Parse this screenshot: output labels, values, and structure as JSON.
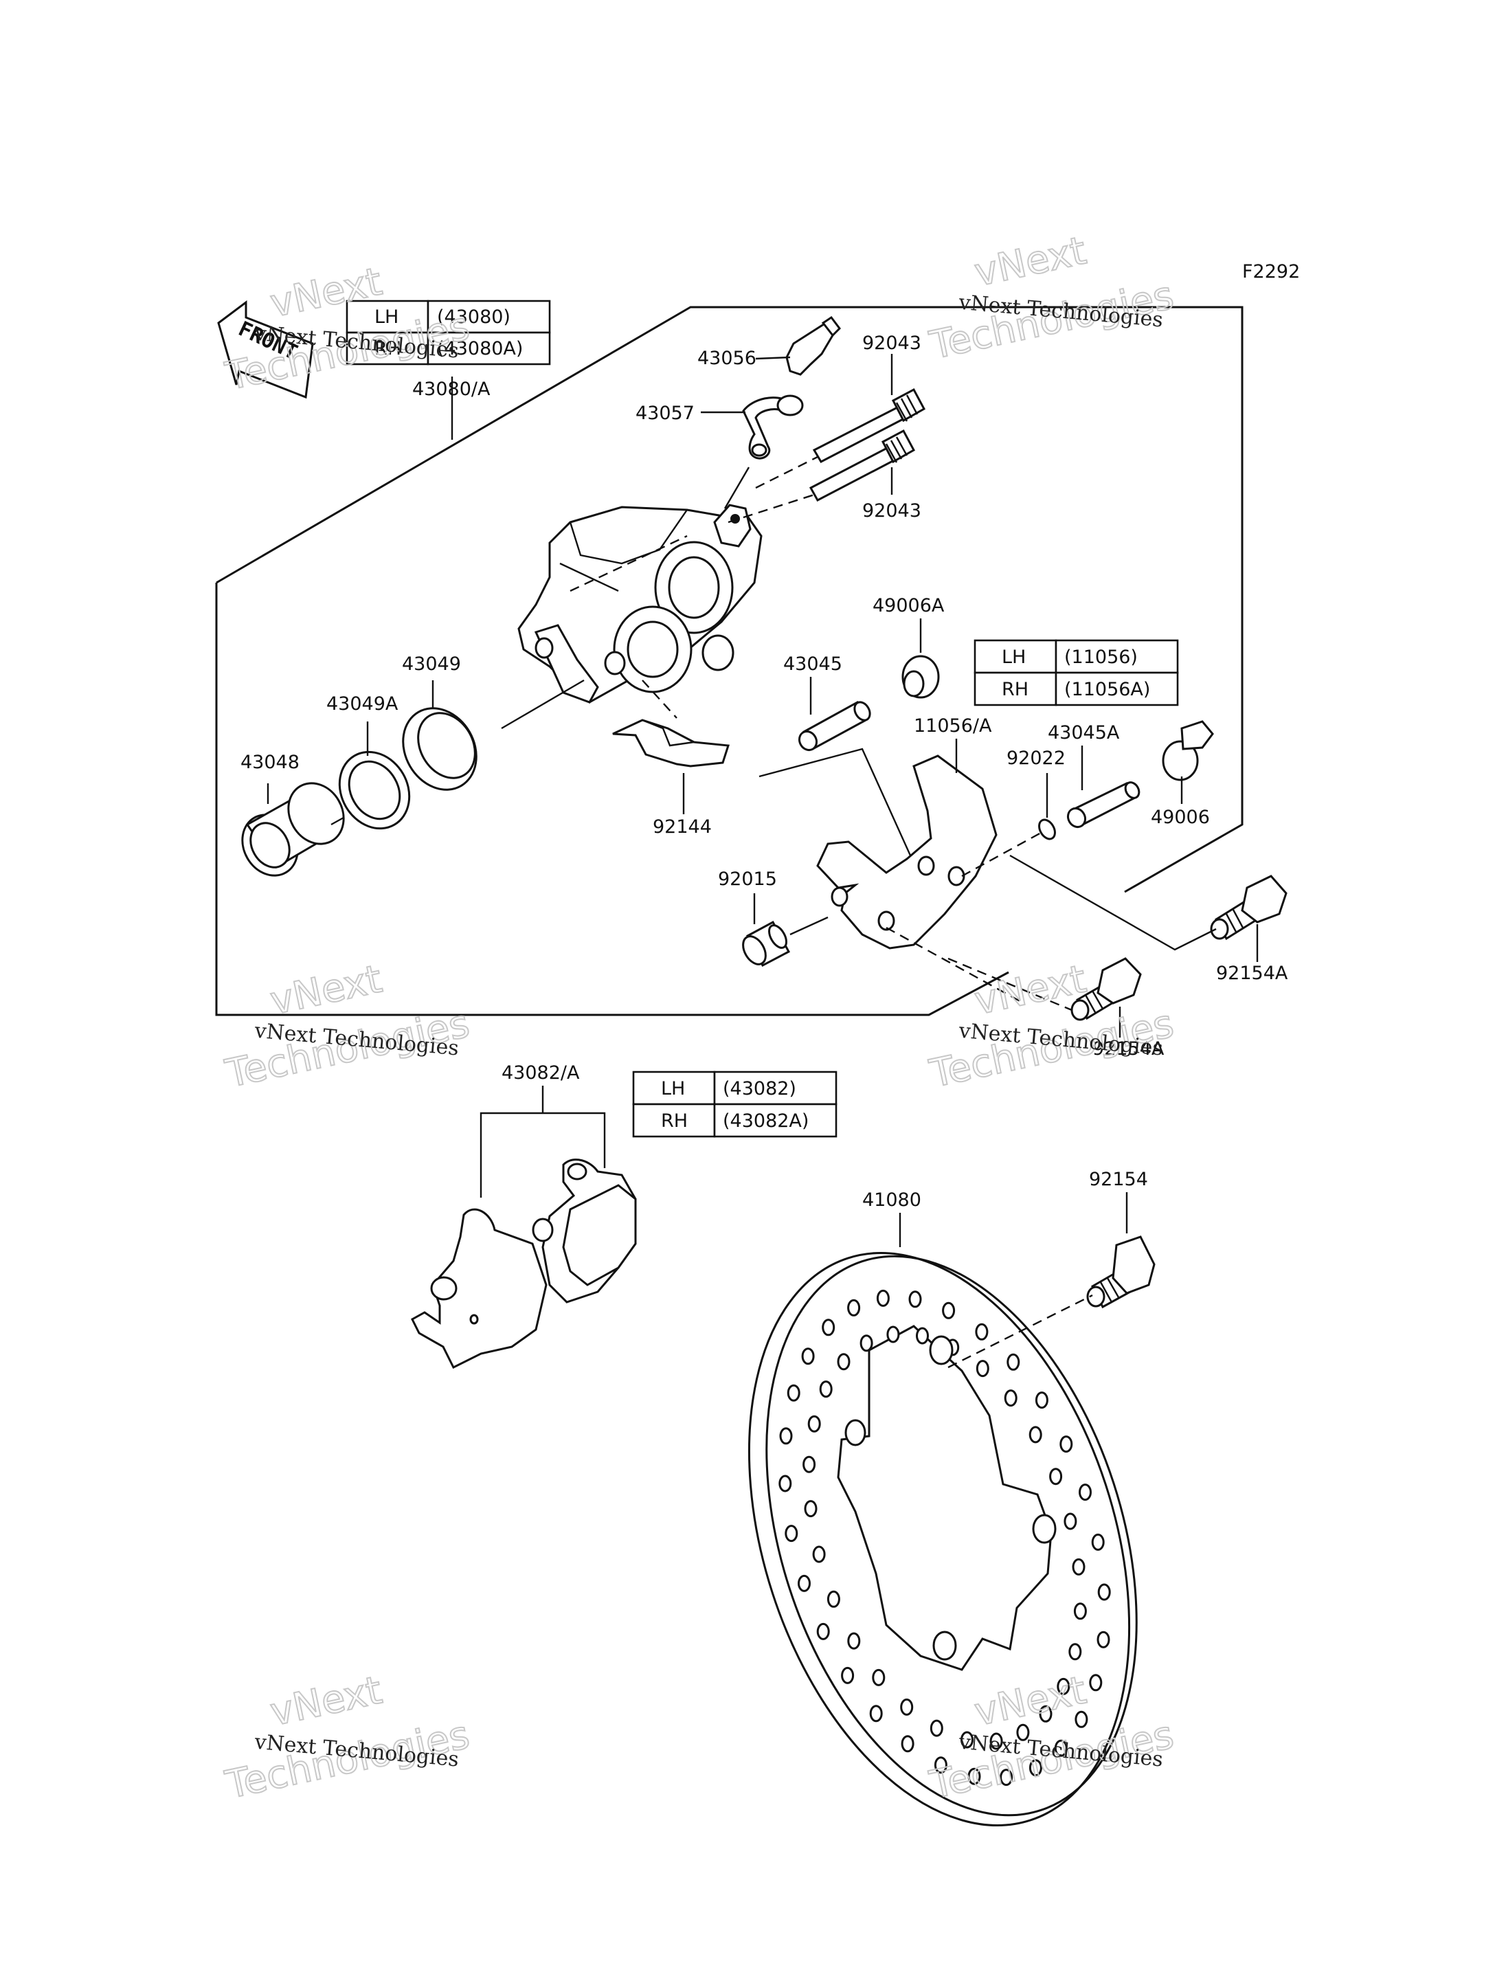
{
  "figure_code": "F2292",
  "front_arrow": "FRONT",
  "watermark": {
    "line1": "vNext Technologies",
    "line2": "Technologies",
    "line3": "vNext"
  },
  "tables": {
    "caliper": {
      "rows": [
        {
          "side": "LH",
          "part": "(43080)"
        },
        {
          "side": "RH",
          "part": "(43080A)"
        }
      ]
    },
    "bracket": {
      "rows": [
        {
          "side": "LH",
          "part": "(11056)"
        },
        {
          "side": "RH",
          "part": "(11056A)"
        }
      ]
    },
    "pads": {
      "rows": [
        {
          "side": "LH",
          "part": "(43082)"
        },
        {
          "side": "RH",
          "part": "(43082A)"
        }
      ]
    }
  },
  "labels": {
    "caliper_assy": "43080/A",
    "bleeder_valve": "43056",
    "bleeder_cap": "43057",
    "pin_upper": "92043",
    "pin_lower": "92043",
    "boot_49006a": "49006A",
    "pin_43045": "43045",
    "bracket": "11056/A",
    "pin_43045a": "43045A",
    "circlip": "92022",
    "boot_49006": "49006",
    "seal_43049": "43049",
    "seal_43049a": "43049A",
    "piston": "43048",
    "spring": "92144",
    "sleeve": "92015",
    "bolt_92154a_right": "92154A",
    "bolt_92154a_lower": "92154A",
    "pad_set": "43082/A",
    "disc": "41080",
    "disc_bolt": "92154"
  }
}
